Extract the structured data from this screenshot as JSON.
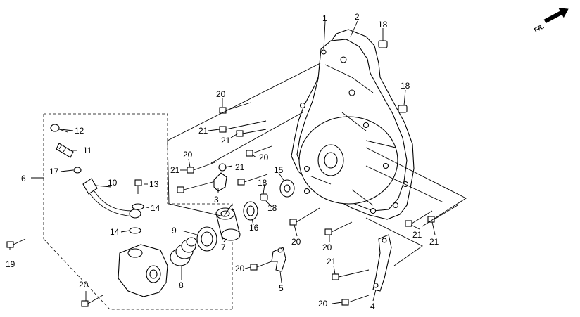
{
  "orientation_mark": {
    "text": "FR.",
    "arrow_icon": "arrow-right-icon"
  },
  "callouts": [
    "1",
    "2",
    "18",
    "18",
    "20",
    "21",
    "21",
    "20",
    "21",
    "21",
    "20",
    "15",
    "18",
    "18",
    "3",
    "12",
    "11",
    "17",
    "6",
    "10",
    "13",
    "14",
    "14",
    "9",
    "7",
    "16",
    "19",
    "8",
    "20",
    "20",
    "20",
    "5",
    "21",
    "21",
    "21",
    "4",
    "20",
    "20"
  ]
}
